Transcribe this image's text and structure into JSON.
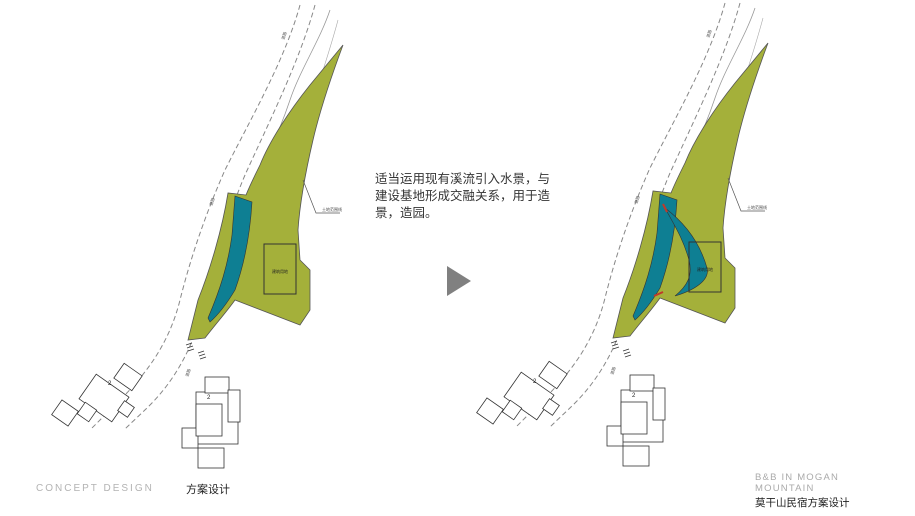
{
  "caption": "适当运用现有溪流引入水景，与建设基地形成交融关系，用于造景，造园。",
  "footer_left": {
    "concept": "CONCEPT DESIGN",
    "fangan": "方案设计"
  },
  "footer_right": {
    "brand_en": "B&B IN MOGAN MOUNTAIN",
    "brand_cn": "莫干山民宿方案设计"
  },
  "map_labels": {
    "road_top": "道路",
    "road_mid": "道路",
    "road_bottom": "道路",
    "leader_label": "土地范围线",
    "building_box": "建筑用地",
    "room_a": "2",
    "room_b": "2"
  },
  "colors": {
    "land": "#a4b03a",
    "water": "#0e7f93",
    "stream": "#c0392b",
    "line": "#555555"
  },
  "icons": [
    "play-arrow-icon"
  ]
}
